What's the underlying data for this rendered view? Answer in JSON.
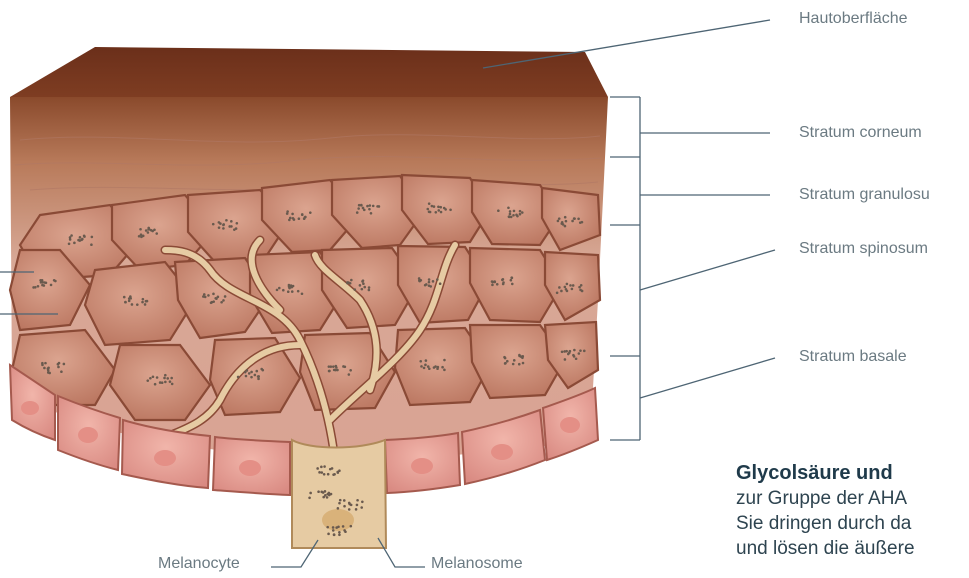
{
  "labels": {
    "surface": "Hautoberfläche",
    "corneum": "Stratum corneum",
    "granulosum": "Stratum granulosu",
    "spinosum": "Stratum spinosum",
    "basale": "Stratum basale",
    "melanocyte": "Melanocyte",
    "melanosome": "Melanosome"
  },
  "text": {
    "heading": "Glycolsäure und",
    "line1": "zur Gruppe der AHA",
    "line2": "Sie dringen durch da",
    "line3": "und lösen die äußere"
  },
  "colors": {
    "surface_top": "#7a3b22",
    "cell_fill": "#c98d78",
    "cell_outline": "#8a4a36",
    "basal_fill": "#e8a39a",
    "melanocyte_fill": "#e6cba3",
    "line": "#4e6574"
  }
}
